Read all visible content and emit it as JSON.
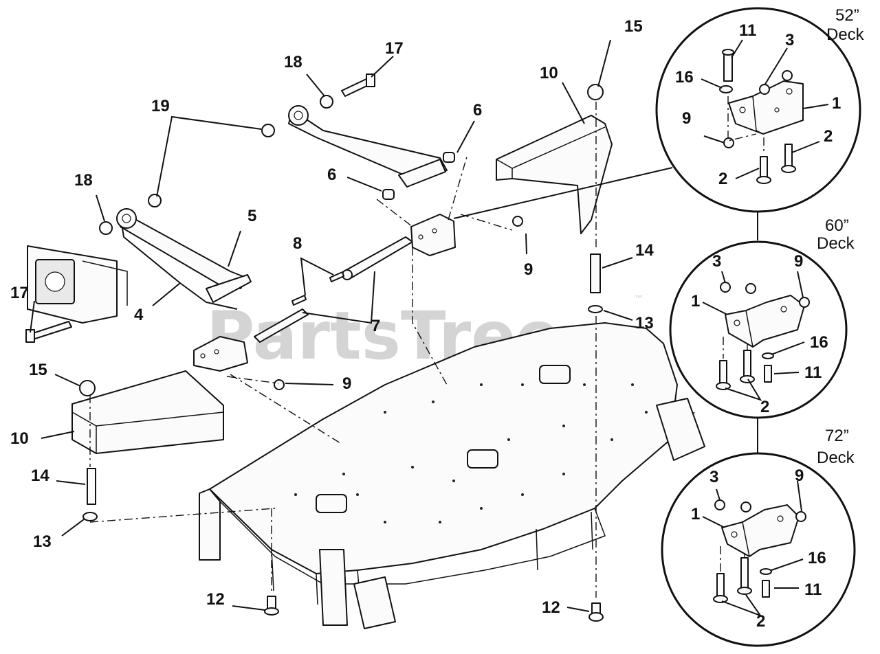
{
  "watermark": "PartsTree",
  "trademark": "™",
  "insets": [
    {
      "line1": "52”",
      "line2": "Deck"
    },
    {
      "line1": "60”",
      "line2": "Deck"
    },
    {
      "line1": "72”",
      "line2": "Deck"
    }
  ],
  "callouts": {
    "c17a": "17",
    "c18a": "18",
    "c19": "19",
    "c18b": "18",
    "c5": "5",
    "c17b": "17",
    "c4": "4",
    "c6a": "6",
    "c6b": "6",
    "c8": "8",
    "c7": "7",
    "c9a": "9",
    "c9b": "9",
    "c10a": "10",
    "c15a": "15",
    "c10b": "10",
    "c15b": "15",
    "c14a": "14",
    "c13a": "13",
    "c14b": "14",
    "c13b": "13",
    "c12a": "12",
    "c12b": "12",
    "i1_11": "11",
    "i1_3": "3",
    "i1_16": "16",
    "i1_1": "1",
    "i1_9": "9",
    "i1_2a": "2",
    "i1_2b": "2",
    "i2_3": "3",
    "i2_9": "9",
    "i2_1": "1",
    "i2_16": "16",
    "i2_11": "11",
    "i2_2": "2",
    "i3_3": "3",
    "i3_9": "9",
    "i3_1": "1",
    "i3_16": "16",
    "i3_11": "11",
    "i3_2": "2"
  }
}
